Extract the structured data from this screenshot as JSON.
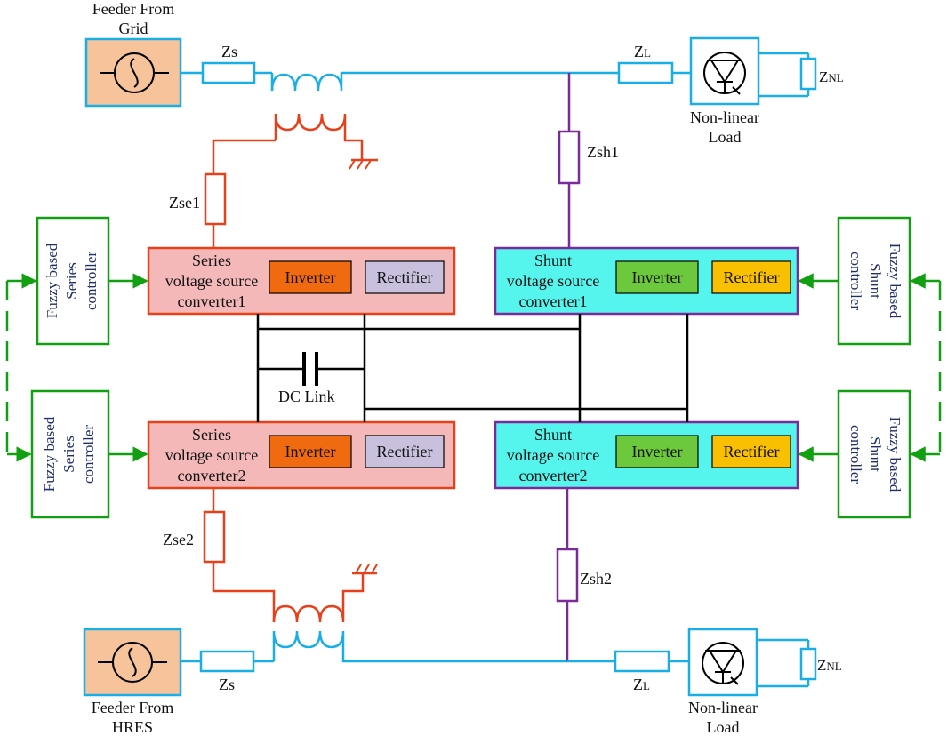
{
  "sources": {
    "grid": {
      "title_line1": "Feeder From",
      "title_line2": "Grid"
    },
    "hres": {
      "title_line1": "Feeder From",
      "title_line2": "HRES"
    }
  },
  "impedances": {
    "zs_top": "Zs",
    "zs_bottom": "Zs",
    "zl_top_main": "Z",
    "zl_top_sub": "L",
    "zl_bottom_main": "Z",
    "zl_bottom_sub": "L",
    "znl_top_main": "Z",
    "znl_top_sub": "NL",
    "znl_bottom_main": "Z",
    "znl_bottom_sub": "NL",
    "zse1": "Zse1",
    "zse2": "Zse2",
    "zsh1": "Zsh1",
    "zsh2": "Zsh2"
  },
  "loads": {
    "top": {
      "line1": "Non-linear",
      "line2": "Load"
    },
    "bottom": {
      "line1": "Non-linear",
      "line2": "Load"
    }
  },
  "converters": {
    "series1": {
      "line1": "Series",
      "line2": "voltage source",
      "line3": "converter1",
      "inverter": "Inverter",
      "rectifier": "Rectifier"
    },
    "series2": {
      "line1": "Series",
      "line2": "voltage source",
      "line3": "converter2",
      "inverter": "Inverter",
      "rectifier": "Rectifier"
    },
    "shunt1": {
      "line1": "Shunt",
      "line2": "voltage source",
      "line3": "converter1",
      "inverter": "Inverter",
      "rectifier": "Rectifier"
    },
    "shunt2": {
      "line1": "Shunt",
      "line2": "voltage source",
      "line3": "converter2",
      "inverter": "Inverter",
      "rectifier": "Rectifier"
    }
  },
  "controllers": {
    "series_top": {
      "line1": "Fuzzy based",
      "line2": "Series",
      "line3": "controller"
    },
    "series_bottom": {
      "line1": "Fuzzy based",
      "line2": "Series",
      "line3": "controller"
    },
    "shunt_top": {
      "line1": "Fuzzy based",
      "line2": "Shunt",
      "line3": "controller"
    },
    "shunt_bottom": {
      "line1": "Fuzzy based",
      "line2": "Shunt",
      "line3": "controller"
    }
  },
  "dc_link": {
    "label": "DC Link"
  },
  "colors": {
    "ac_line": "#1aaee6",
    "series_line": "#e8401a",
    "shunt_line": "#7a2a9a",
    "controller": "#12a012",
    "source_fill": "#f7c39b",
    "series_fill": "#f4b8b8",
    "shunt_fill": "#55f5ee",
    "inverter_series": "#f06a10",
    "inverter_shunt": "#6cc83c",
    "rectifier_series": "#c8c0dc",
    "rectifier_shunt": "#f8c000"
  }
}
